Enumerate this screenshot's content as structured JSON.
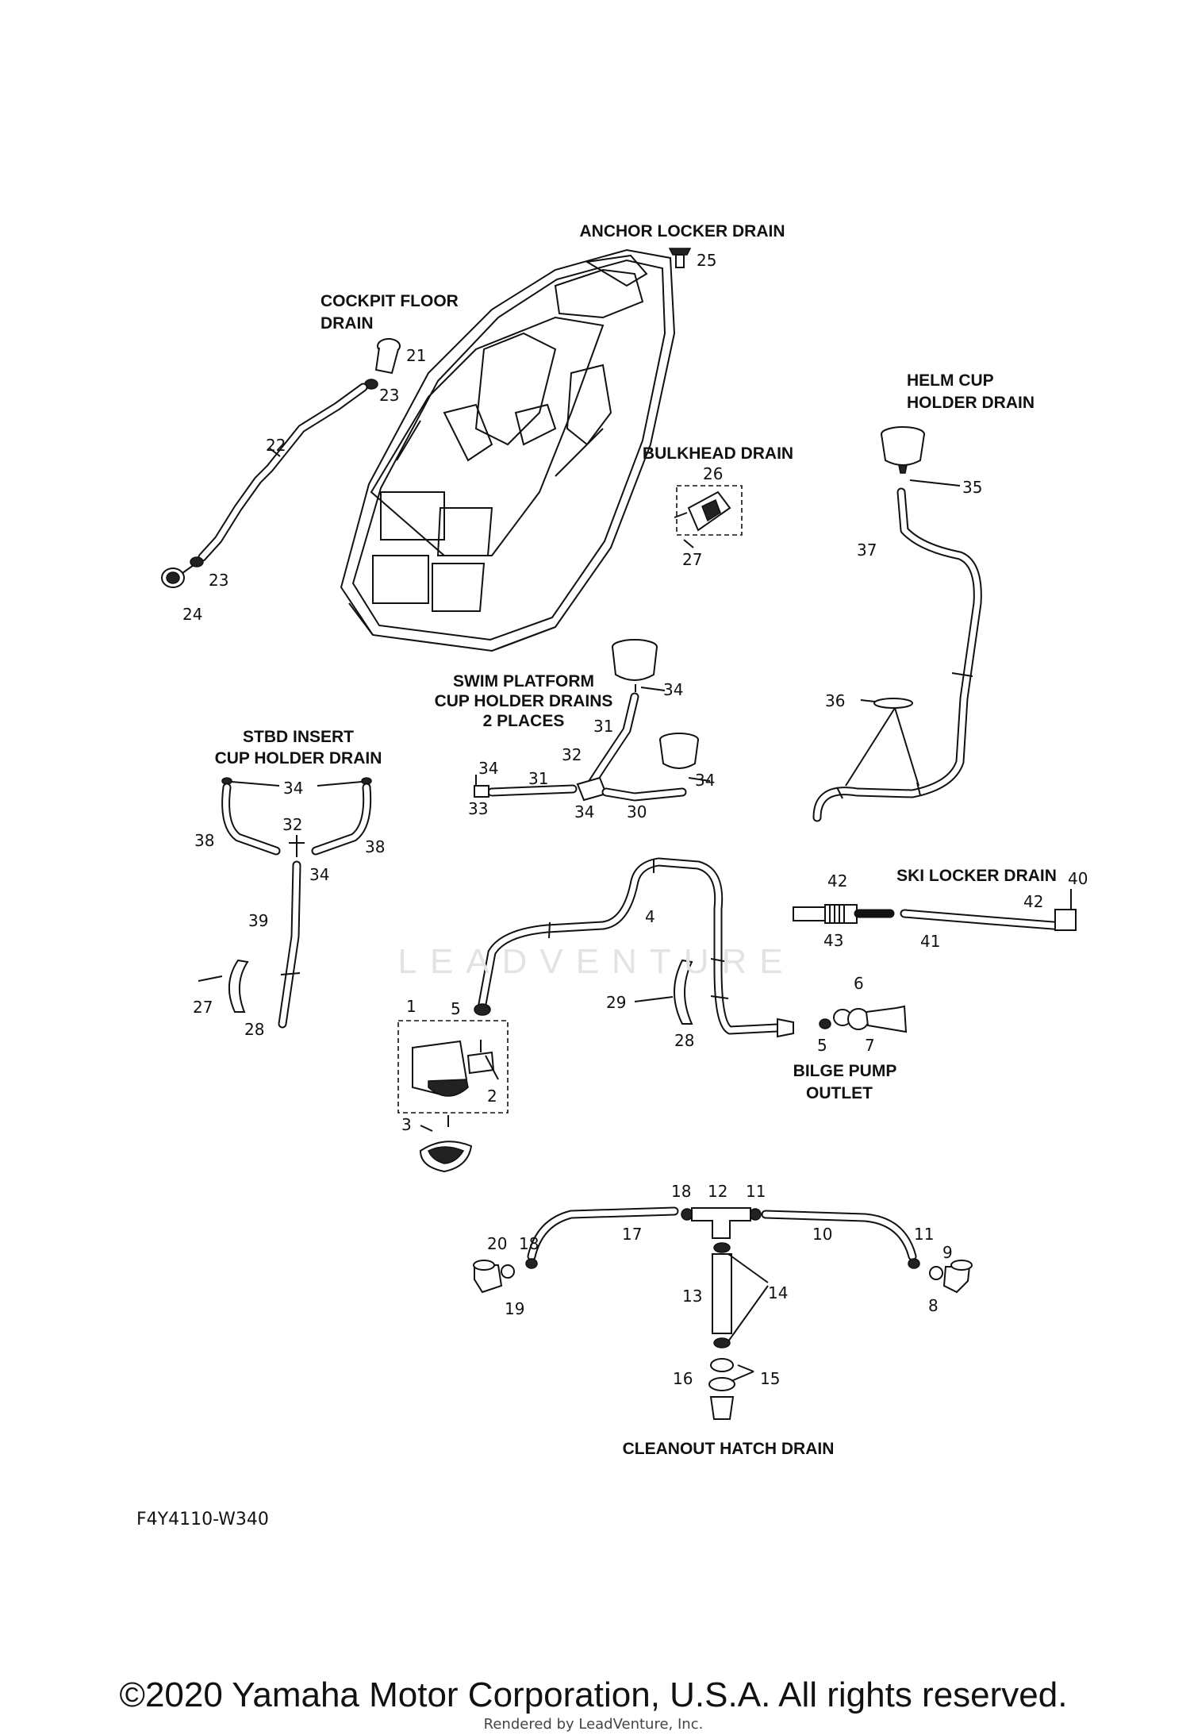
{
  "diagram": {
    "drawing_code": "F4Y4110-W340",
    "watermark": "LEADVENTURE",
    "copyright": "©2020 Yamaha Motor Corporation, U.S.A. All rights reserved.",
    "rendered_by": "Rendered by LeadVenture, Inc.",
    "section_labels": {
      "anchor_locker": "ANCHOR LOCKER DRAIN",
      "cockpit_floor_1": "COCKPIT FLOOR",
      "cockpit_floor_2": "DRAIN",
      "helm_cup_1": "HELM CUP",
      "helm_cup_2": "HOLDER DRAIN",
      "bulkhead": "BULKHEAD DRAIN",
      "swim_platform_1": "SWIM PLATFORM",
      "swim_platform_2": "CUP HOLDER DRAINS",
      "swim_platform_3": "2 PLACES",
      "stbd_insert_1": "STBD INSERT",
      "stbd_insert_2": "CUP HOLDER DRAIN",
      "ski_locker": "SKI LOCKER DRAIN",
      "bilge_pump_1": "BILGE PUMP",
      "bilge_pump_2": "OUTLET",
      "cleanout_hatch": "CLEANOUT HATCH DRAIN"
    },
    "callouts": {
      "c25": "25",
      "c21": "21",
      "c23a": "23",
      "c22": "22",
      "c23b": "23",
      "c24": "24",
      "c26": "26",
      "c27a": "27",
      "c35": "35",
      "c37": "37",
      "c36": "36",
      "c34a": "34",
      "c31a": "31",
      "c32a": "32",
      "c34b": "34",
      "c31b": "31",
      "c33": "33",
      "c34c": "34",
      "c30": "30",
      "c34d": "34",
      "c38a": "38",
      "c32b": "32",
      "c38b": "38",
      "c34e": "34",
      "c39": "39",
      "c27b": "27",
      "c28a": "28",
      "c42a": "42",
      "c40": "40",
      "c42b": "42",
      "c43": "43",
      "c41": "41",
      "c4": "4",
      "c29": "29",
      "c28b": "28",
      "c6": "6",
      "c5a": "5",
      "c7": "7",
      "c1": "1",
      "c5b": "5",
      "c2": "2",
      "c3": "3",
      "c18a": "18",
      "c12": "12",
      "c11a": "11",
      "c17": "17",
      "c10": "10",
      "c20": "20",
      "c18b": "18",
      "c11b": "11",
      "c9": "9",
      "c19": "19",
      "c8": "8",
      "c13": "13",
      "c14": "14",
      "c16": "16",
      "c15": "15"
    }
  }
}
